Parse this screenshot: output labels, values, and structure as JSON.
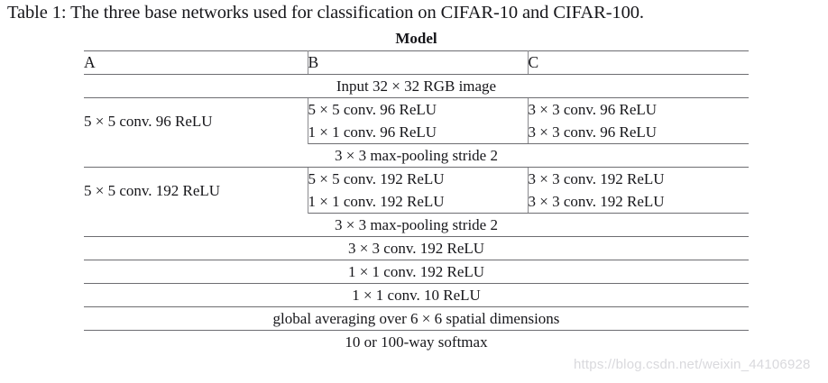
{
  "caption": "Table 1: The three base networks used for classification on CIFAR-10 and CIFAR-100.",
  "table": {
    "group_header": "Model",
    "columns": [
      "A",
      "B",
      "C"
    ],
    "rows": [
      {
        "kind": "span",
        "text": "Input 32 × 32 RGB image"
      },
      {
        "kind": "split",
        "a": [
          "5 × 5 conv. 96 ReLU"
        ],
        "b": [
          "5 × 5 conv. 96 ReLU",
          "1 × 1 conv. 96 ReLU"
        ],
        "c": [
          "3 × 3 conv. 96 ReLU",
          "3 × 3 conv. 96 ReLU"
        ]
      },
      {
        "kind": "span",
        "text": "3 × 3 max-pooling stride 2"
      },
      {
        "kind": "split",
        "a": [
          "5 × 5 conv. 192 ReLU"
        ],
        "b": [
          "5 × 5 conv. 192 ReLU",
          "1 × 1 conv. 192 ReLU"
        ],
        "c": [
          "3 × 3 conv. 192 ReLU",
          "3 × 3 conv. 192 ReLU"
        ]
      },
      {
        "kind": "span",
        "text": "3 × 3 max-pooling stride 2"
      },
      {
        "kind": "span",
        "text": "3 × 3 conv. 192 ReLU"
      },
      {
        "kind": "span",
        "text": "1 × 1 conv. 192 ReLU"
      },
      {
        "kind": "span",
        "text": "1 × 1 conv. 10 ReLU"
      },
      {
        "kind": "span",
        "text": "global averaging over 6 × 6 spatial dimensions"
      },
      {
        "kind": "span",
        "text": "10 or 100-way softmax"
      }
    ]
  },
  "watermark": "https://blog.csdn.net/weixin_44106928"
}
